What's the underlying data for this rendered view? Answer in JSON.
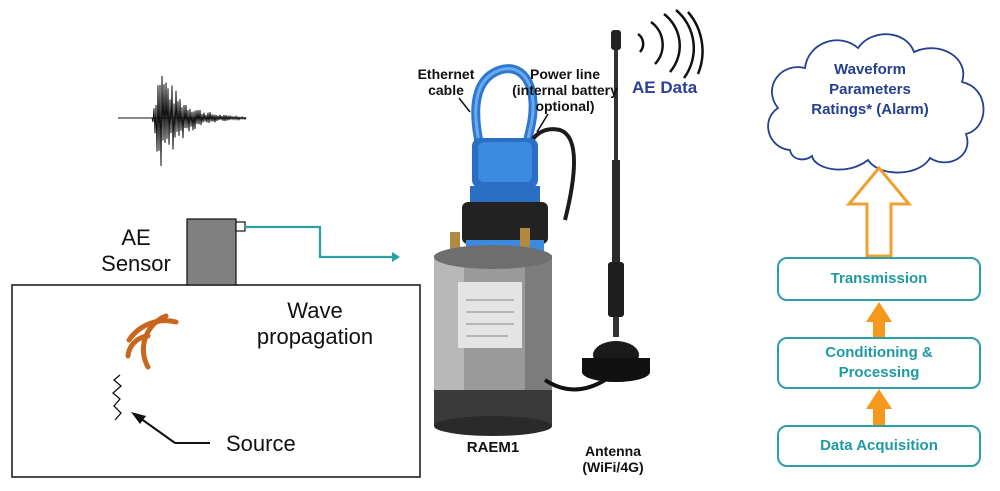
{
  "left_panel": {
    "sensor_label": "AE\nSensor",
    "wave_label": "Wave\npropagation",
    "source_label": "Source"
  },
  "device": {
    "ethernet_label": "Ethernet\ncable",
    "power_label": "Power line\n(internal battery\noptional)",
    "device_name": "RAEM1",
    "antenna_label": "Antenna\n(WiFi/4G)",
    "ae_data_label": "AE Data"
  },
  "flow": {
    "cloud_text": "Waveform\nParameters\nRatings* (Alarm)",
    "steps": [
      "Transmission",
      "Conditioning &\nProcessing",
      "Data Acquisition"
    ]
  },
  "colors": {
    "teal": "#2a9fa7",
    "orange": "#f0a030",
    "wave_arc": "#c8661e",
    "navy": "#24408e"
  }
}
